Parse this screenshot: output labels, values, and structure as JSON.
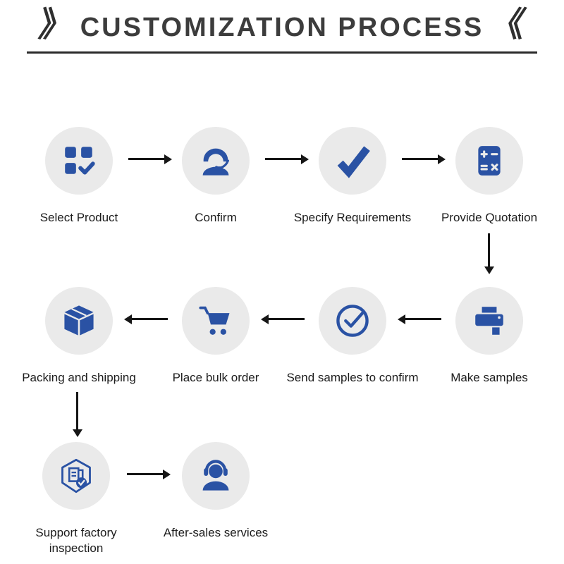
{
  "title": "CUSTOMIZATION PROCESS",
  "title_marks": {
    "left": "》",
    "right": "《"
  },
  "colors": {
    "icon_blue": "#2a52a4",
    "circle_bg": "#eaeaea",
    "arrow": "#161616",
    "title": "#3c3c3c",
    "background": "#ffffff"
  },
  "steps": [
    {
      "label": "Select Product",
      "icon": "product-grid-check-icon"
    },
    {
      "label": "Confirm",
      "icon": "customer-service-icon"
    },
    {
      "label": "Specify Requirements",
      "icon": "checkmark-icon"
    },
    {
      "label": "Provide Quotation",
      "icon": "calculator-icon"
    },
    {
      "label": "Make samples",
      "icon": "printer-icon"
    },
    {
      "label": "Send samples to confirm",
      "icon": "circle-check-icon"
    },
    {
      "label": "Place bulk order",
      "icon": "shopping-cart-icon"
    },
    {
      "label": "Packing and shipping",
      "icon": "package-box-icon"
    },
    {
      "label": "Support factory inspection",
      "icon": "factory-inspection-icon"
    },
    {
      "label": "After-sales services",
      "icon": "headset-person-icon"
    }
  ]
}
